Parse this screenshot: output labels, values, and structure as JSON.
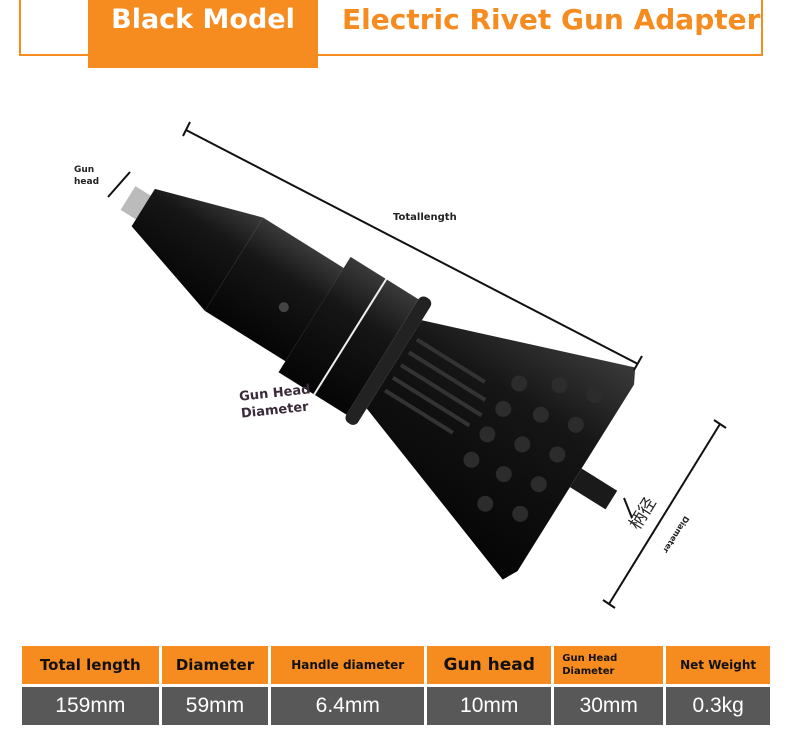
{
  "header": {
    "badge": "Black Model",
    "title": "Electric Rivet Gun Adapter"
  },
  "annotations": {
    "gun_head": "Gun head",
    "gun_head_line2": "head",
    "gun_head_line1": "Gun",
    "total_length": "Totallength",
    "gun_head_diameter_1": "Gun Head",
    "gun_head_diameter_2": "Diameter",
    "handle_diameter_cn": "柄径",
    "diameter": "Diameter"
  },
  "specs": {
    "headers": [
      "Total length",
      "Diameter",
      "Handle diameter",
      "Gun head",
      "Gun Head Diameter",
      "Net Weight"
    ],
    "values": [
      "159mm",
      "59mm",
      "6.4mm",
      "10mm",
      "30mm",
      "0.3kg"
    ]
  },
  "colors": {
    "accent": "#f68b1f",
    "value_bg": "#585858"
  }
}
